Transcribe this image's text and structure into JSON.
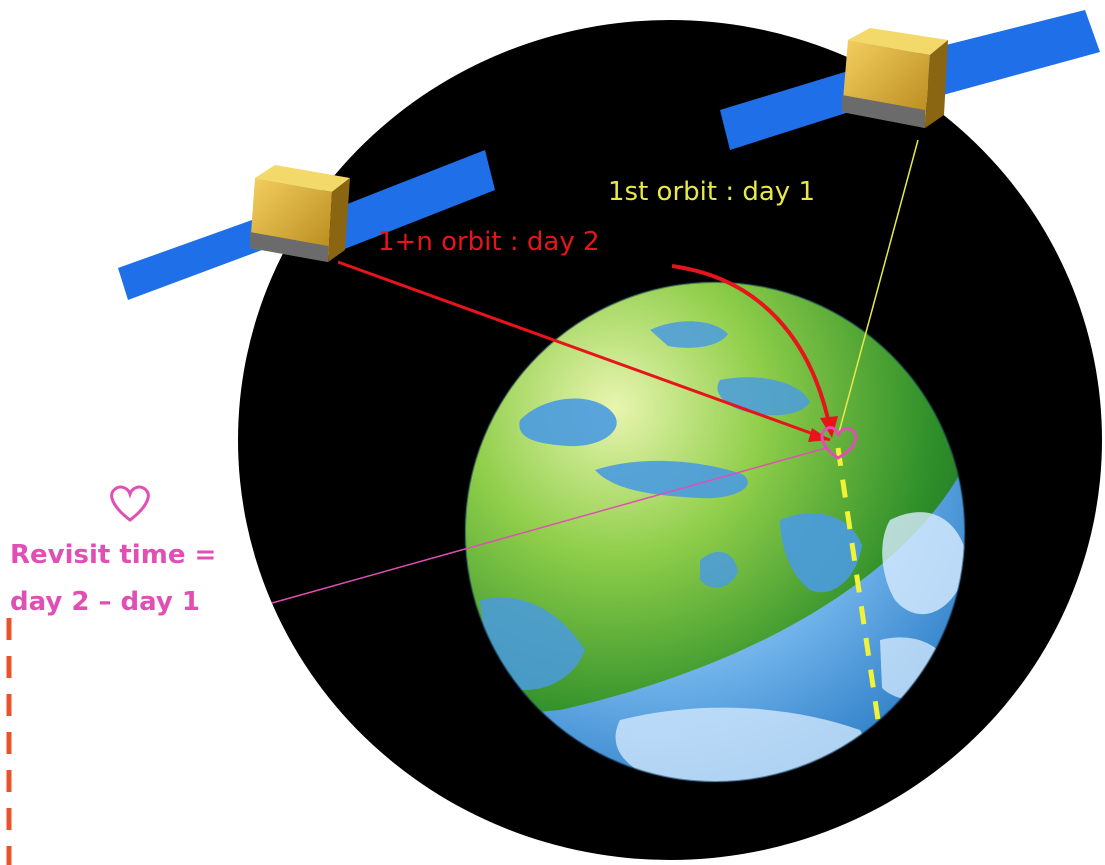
{
  "labels": {
    "first_orbit": "1st orbit : day 1",
    "n_orbit": "1+n orbit : day 2",
    "revisit_line1": "Revisit time =",
    "revisit_line2": "day 2 – day 1"
  },
  "icons": {
    "satellite": "satellite-icon",
    "earth": "earth-globe",
    "heart": "heart-icon",
    "target": "target-point-marker"
  },
  "colors": {
    "space": "#000000",
    "first_orbit": "#e8e84a",
    "n_orbit": "#e8141b",
    "revisit": "#e04fb4",
    "ground_track": "#f2f237",
    "solar_panel": "#1f6fe8",
    "satellite_body": "#c99a22",
    "land": "#3a9a2b",
    "ocean": "#4a9be0",
    "side_dashes": "#e8532a"
  }
}
